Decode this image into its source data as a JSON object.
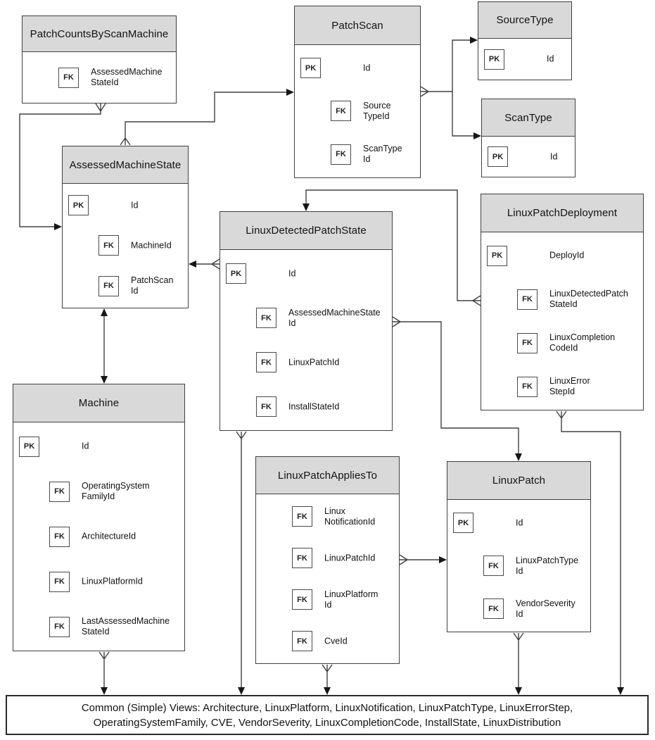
{
  "diagram": {
    "colors": {
      "header_fill": "#d9d9d9",
      "box_border": "#404040",
      "line": "#404040",
      "arrow": "#161616"
    },
    "tables": {
      "patch_counts_by_scan_machine": {
        "title": "PatchCountsByScanMachine",
        "rows": [
          {
            "key": "FK",
            "label": "AssessedMachine\nStateId"
          }
        ]
      },
      "patch_scan": {
        "title": "PatchScan",
        "rows": [
          {
            "key": "PK",
            "label": "Id"
          },
          {
            "key": "FK",
            "label": "Source\nTypeId"
          },
          {
            "key": "FK",
            "label": "ScanType\nId"
          }
        ]
      },
      "source_type": {
        "title": "SourceType",
        "rows": [
          {
            "key": "PK",
            "label": "Id"
          }
        ]
      },
      "scan_type": {
        "title": "ScanType",
        "rows": [
          {
            "key": "PK",
            "label": "Id"
          }
        ]
      },
      "assessed_machine_state": {
        "title": "AssessedMachineState",
        "rows": [
          {
            "key": "PK",
            "label": "Id"
          },
          {
            "key": "FK",
            "label": "MachineId"
          },
          {
            "key": "FK",
            "label": "PatchScan\nId"
          }
        ]
      },
      "linux_detected_patch_state": {
        "title": "LinuxDetectedPatchState",
        "rows": [
          {
            "key": "PK",
            "label": "Id"
          },
          {
            "key": "FK",
            "label": "AssessedMachineState\nId"
          },
          {
            "key": "FK",
            "label": "LinuxPatchId"
          },
          {
            "key": "FK",
            "label": "InstallStateId"
          }
        ]
      },
      "linux_patch_deployment": {
        "title": "LinuxPatchDeployment",
        "rows": [
          {
            "key": "PK",
            "label": "DeployId"
          },
          {
            "key": "FK",
            "label": "LinuxDetectedPatch\nStateId"
          },
          {
            "key": "FK",
            "label": "LinuxCompletion\nCodeId"
          },
          {
            "key": "FK",
            "label": "LinuxError\nStepId"
          }
        ]
      },
      "machine": {
        "title": "Machine",
        "rows": [
          {
            "key": "PK",
            "label": "Id"
          },
          {
            "key": "FK",
            "label": "OperatingSystem\nFamilyId"
          },
          {
            "key": "FK",
            "label": "ArchitectureId"
          },
          {
            "key": "FK",
            "label": "LinuxPlatformId"
          },
          {
            "key": "FK",
            "label": "LastAssessedMachine\nStateId"
          }
        ]
      },
      "linux_patch_applies_to": {
        "title": "LinuxPatchAppliesTo",
        "rows": [
          {
            "key": "FK",
            "label": "Linux\nNotificationId"
          },
          {
            "key": "FK",
            "label": "LinuxPatchId"
          },
          {
            "key": "FK",
            "label": "LinuxPlatform\nId"
          },
          {
            "key": "FK",
            "label": "CveId"
          }
        ]
      },
      "linux_patch": {
        "title": "LinuxPatch",
        "rows": [
          {
            "key": "PK",
            "label": "Id"
          },
          {
            "key": "FK",
            "label": "LinuxPatchType\nId"
          },
          {
            "key": "FK",
            "label": "VendorSeverity\nId"
          }
        ]
      }
    },
    "banner": {
      "line1": "Common (Simple) Views: Architecture, LinuxPlatform, LinuxNotification, LinuxPatchType, LinuxErrorStep,",
      "line2": "OperatingSystemFamily, CVE, VendorSeverity, LinuxCompletionCode, InstallState, LinuxDistribution"
    },
    "relationships": [
      {
        "from": "PatchCountsByScanMachine",
        "to": "AssessedMachineState",
        "via": "AssessedMachineStateId"
      },
      {
        "from": "AssessedMachineState",
        "to": "PatchScan",
        "via": "PatchScanId"
      },
      {
        "from": "PatchScan",
        "to": "SourceType",
        "via": "SourceTypeId"
      },
      {
        "from": "PatchScan",
        "to": "ScanType",
        "via": "ScanTypeId"
      },
      {
        "from": "LinuxDetectedPatchState",
        "to": "AssessedMachineState",
        "via": "AssessedMachineStateId"
      },
      {
        "from": "LinuxPatchDeployment",
        "to": "LinuxDetectedPatchState",
        "via": "LinuxDetectedPatchStateId"
      },
      {
        "from": "AssessedMachineState",
        "to": "Machine",
        "via": "MachineId"
      },
      {
        "from": "LinuxDetectedPatchState",
        "to": "LinuxPatch",
        "via": "LinuxPatchId"
      },
      {
        "from": "LinuxPatchAppliesTo",
        "to": "LinuxPatch",
        "via": "LinuxPatchId"
      },
      {
        "from": "Machine",
        "to": "CommonViews"
      },
      {
        "from": "LinuxDetectedPatchState",
        "to": "CommonViews"
      },
      {
        "from": "LinuxPatchAppliesTo",
        "to": "CommonViews"
      },
      {
        "from": "LinuxPatch",
        "to": "CommonViews"
      },
      {
        "from": "LinuxPatchDeployment",
        "to": "CommonViews"
      }
    ]
  }
}
